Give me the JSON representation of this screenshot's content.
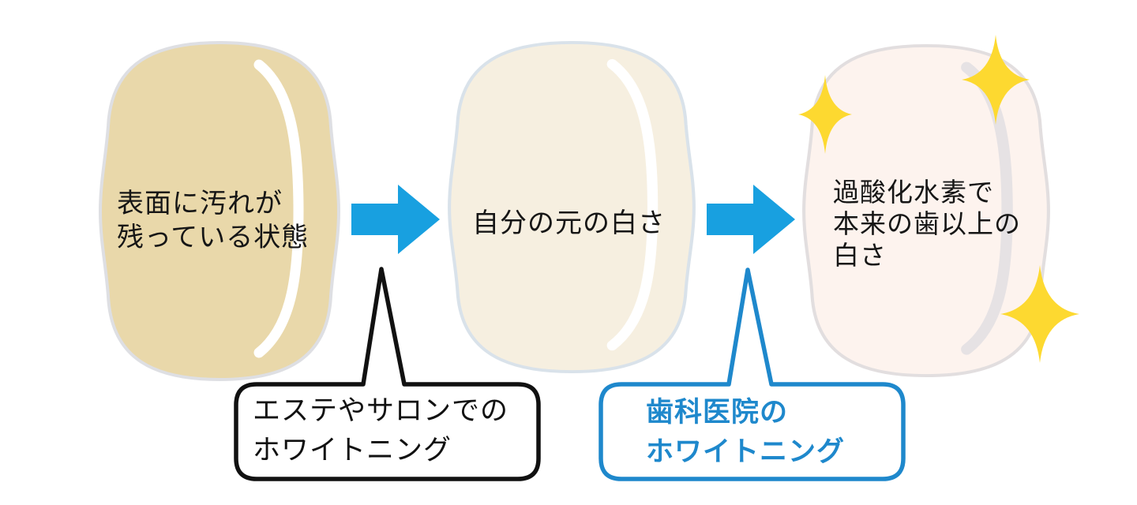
{
  "diagram": {
    "description_names": {
      "stage1": "tooth-with-surface-stains",
      "stage2": "tooth-natural-whiteness",
      "stage3": "tooth-whiter-than-natural"
    },
    "stages": {
      "stage1": {
        "line1": "表面に汚れが",
        "line2": "残っている状態",
        "tooth_color": "#e9d8aa"
      },
      "stage2": {
        "line1": "自分の元の白さ",
        "tooth_color": "#f6efe0"
      },
      "stage3": {
        "line1": "過酸化水素で",
        "line2": "本来の歯以上の",
        "line3": "白さ",
        "tooth_color": "#fdf3ee"
      }
    },
    "callouts": {
      "salon": {
        "line1": "エステやサロンでの",
        "line2": "ホワイトニング",
        "color": "#111111"
      },
      "dental": {
        "line1": "歯科医院の",
        "line2": "ホワイトニング",
        "color": "#1e88cc"
      }
    },
    "colors": {
      "background": "#ffffff",
      "arrow_blue": "#18a0e0",
      "sparkle_yellow": "#fdd930",
      "tooth_outline_1": "#dedfe3",
      "tooth_outline_2": "#d9e2ea",
      "tooth_outline_3": "#e2dedf",
      "highlight_white": "#ffffff",
      "highlight_gray": "#e6e2e4",
      "text_black": "#161616"
    },
    "icons": {
      "arrow": "right-arrow-icon",
      "sparkle": "four-point-sparkle-icon"
    }
  }
}
